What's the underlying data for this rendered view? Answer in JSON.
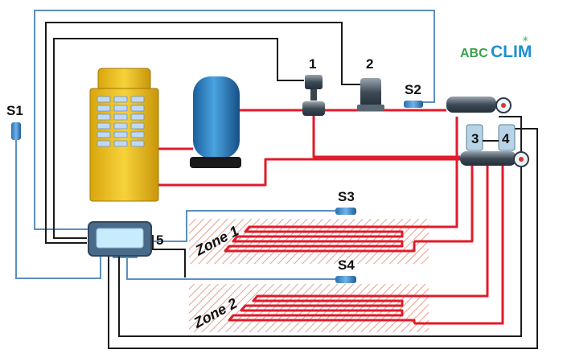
{
  "brand": {
    "prefix": "ABC",
    "name": "CLIM",
    "prefix_color": "#3aa34a",
    "name_color": "#1f8fd0"
  },
  "labels": {
    "s1": "S1",
    "s2": "S2",
    "s3": "S3",
    "s4": "S4",
    "c1": "1",
    "c2": "2",
    "c3": "3",
    "c4": "4",
    "c5": "5"
  },
  "zones": {
    "z1": "Zone 1",
    "z2": "Zone 2"
  },
  "colors": {
    "hot_pipe": "#e01b2a",
    "signal_blue": "#5b8fc0",
    "control_black": "#1a1a1a",
    "heat_pump": "#f0c419",
    "tank": "#2b82c6"
  }
}
